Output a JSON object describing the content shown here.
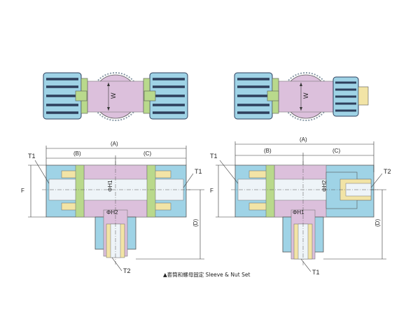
{
  "labels": {
    "A": "(A)",
    "B": "(B)",
    "C": "(C)",
    "D": "(D)",
    "F": "F",
    "W": "W",
    "T1": "T1",
    "T2": "T2",
    "H1": "ΦH1",
    "H2": "ΦH2"
  },
  "note": "▲套筒和螺母固定 Sleeve & Nut Set",
  "colors": {
    "cyan": "#9fd3e6",
    "cyan_dark": "#5b8fa8",
    "pink": "#dcc0dc",
    "pink_dark": "#a78aa8",
    "green": "#b9d98c",
    "yellow": "#f2e4a6",
    "gray": "#8a9aa8",
    "navy": "#2e3f5c"
  }
}
